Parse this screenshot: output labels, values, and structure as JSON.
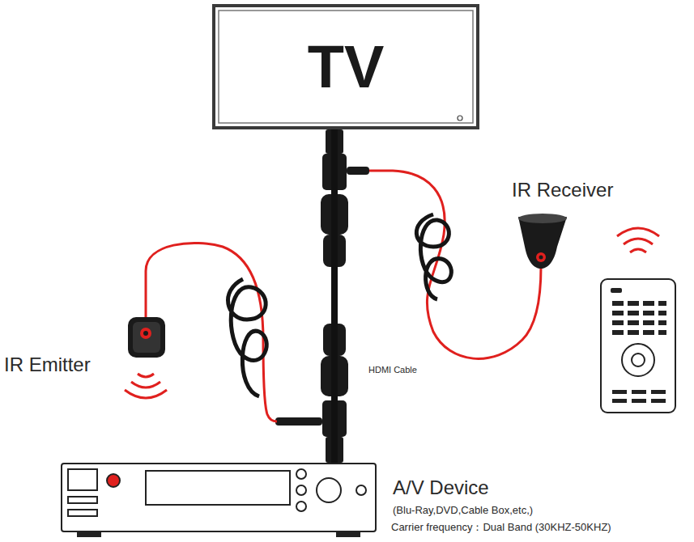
{
  "diagram": {
    "nodes": [
      {
        "text": [
          "TV"
        ]
      },
      {
        "text": [
          "A/V Device",
          "(Blu-Ray,DVD,Cable Box,etc,)"
        ]
      }
    ],
    "edges": [
      {
        "from": 0,
        "to": 1,
        "arrow": "none",
        "label": "HDMI Cable"
      }
    ],
    "labels": [
      "IR Receiver",
      "IR Emitter",
      "Carrier frequency：Dual Band (30KHZ-50KHZ)"
    ]
  }
}
